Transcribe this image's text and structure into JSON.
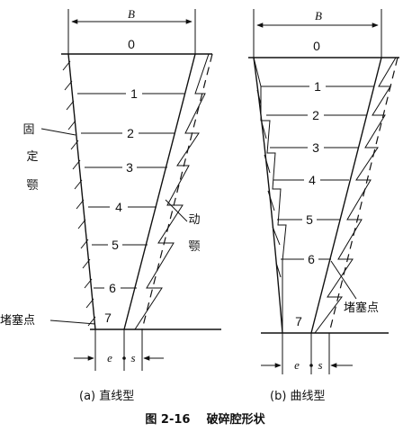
{
  "diagram_a": {
    "width_label": "B",
    "zero_label": "0",
    "layer_numbers": [
      "1",
      "2",
      "3",
      "4",
      "5",
      "6",
      "7"
    ],
    "fixed_jaw_label": [
      "固",
      "定",
      "颚"
    ],
    "moving_jaw_label": [
      "动",
      "颚"
    ],
    "choke_point_label": "堵塞点",
    "e_label": "e",
    "s_label": "s",
    "caption": "(a) 直线型"
  },
  "diagram_b": {
    "width_label": "B",
    "zero_label": "0",
    "layer_numbers": [
      "1",
      "2",
      "3",
      "4",
      "5",
      "6",
      "7"
    ],
    "choke_point_label": "堵塞点",
    "e_label": "e",
    "s_label": "s",
    "caption": "(b) 曲线型"
  },
  "figure_title": "图 2-16    破碎腔形状"
}
